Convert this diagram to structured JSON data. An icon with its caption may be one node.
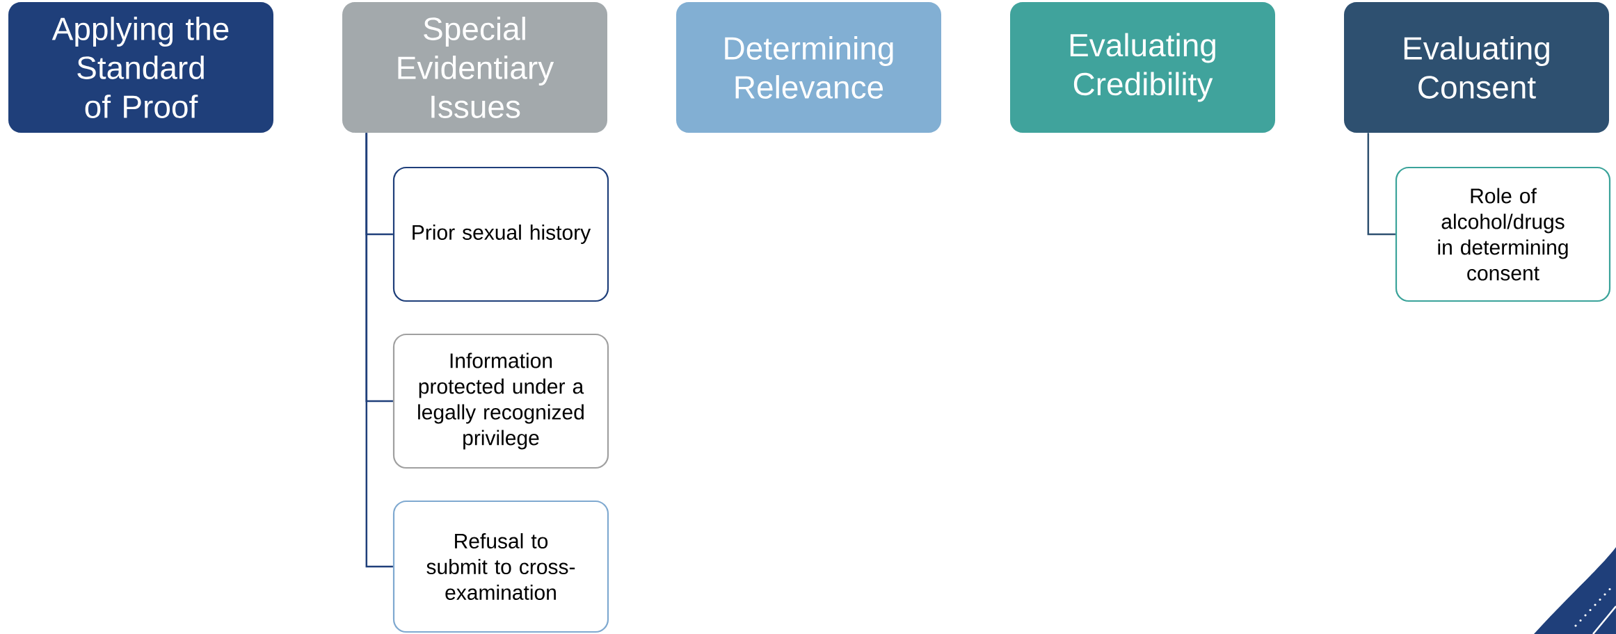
{
  "diagram": {
    "nodes": [
      {
        "text": [
          "Applying the Standard of Proof"
        ]
      },
      {
        "text": [
          "Special Evidentiary Issues"
        ]
      },
      {
        "text": [
          "Determining Relevance"
        ]
      },
      {
        "text": [
          "Evaluating Credibility"
        ]
      },
      {
        "text": [
          "Evaluating Consent"
        ]
      },
      {
        "text": [
          "Prior sexual history"
        ]
      },
      {
        "text": [
          "Information protected under a legally recognized privilege"
        ]
      },
      {
        "text": [
          "Refusal to submit to cross-examination"
        ]
      },
      {
        "text": [
          "Role of alcohol/drugs in determining consent"
        ]
      }
    ],
    "edges": [
      {
        "from": 1,
        "to": 5,
        "arrow": "none"
      },
      {
        "from": 1,
        "to": 6,
        "arrow": "none"
      },
      {
        "from": 1,
        "to": 7,
        "arrow": "none"
      },
      {
        "from": 4,
        "to": 8,
        "arrow": "none",
        "color": "#2e5070"
      }
    ]
  }
}
